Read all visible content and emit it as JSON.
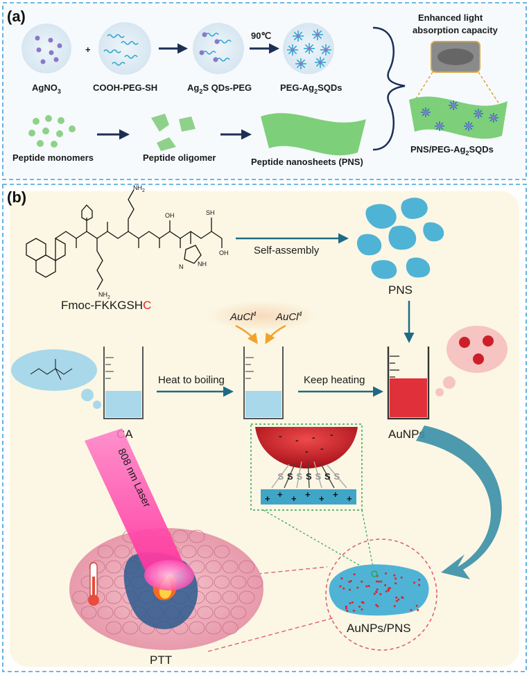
{
  "panel_a": {
    "letter": "(a)",
    "agno3": "AgNO",
    "agno3_sub": "3",
    "plus": "+",
    "peg_sh": "COOH-PEG-SH",
    "ag2s_pre": "Ag",
    "ag2s_sub": "2",
    "ag2s_post": "S QDs-PEG",
    "temp": "90℃",
    "peg_ag_pre": "PEG-Ag",
    "peg_ag_sub": "2",
    "peg_ag_post": "SQDs",
    "enhanced_1": "Enhanced light",
    "enhanced_2": "absorption capacity",
    "pns_peg_pre": "PNS/PEG-Ag",
    "pns_peg_sub": "2",
    "pns_peg_post": "SQDs",
    "peptide_monomers": "Peptide monomers",
    "peptide_oligomer": "Peptide oligomer",
    "peptide_nanosheets": "Peptide nanosheets (PNS)"
  },
  "panel_b": {
    "letter": "(b)",
    "sh": "SH",
    "nh2_top": "NH",
    "nh2_top_sub": "2",
    "nh2_bottom": "NH",
    "nh2_bottom_sub": "2",
    "oh_1": "OH",
    "oh_2": "OH",
    "nh_ring": "NH",
    "n_ring": "N",
    "fmoc_main": "Fmoc-FKKGSH",
    "fmoc_c": "C",
    "self_assembly": "Self-assembly",
    "pns": "PNS",
    "aucl_1": "AuCl",
    "aucl_2": "AuCl",
    "aucl_sup": "4",
    "heat": "Heat to boiling",
    "keep": "Keep heating",
    "ca": "CA",
    "aunps": "AuNPs",
    "laser": "808 nm Laser",
    "aunps_pns": "AuNPs/PNS",
    "ptt": "PTT",
    "s_label": "S",
    "minus": "-",
    "plus": "+"
  },
  "colors": {
    "frame_dash": "#3fa0d8",
    "panel_b_bg": "#fbf7e4",
    "arrow_dark": "#1f6a84",
    "nanosheet_green": "#7ecf7a",
    "pns_blue": "#4fb3d6",
    "beaker_liquid": "#a8d8ea",
    "gold_red": "#d8242e",
    "aucl_orange": "#f2a12a",
    "red_dash": "#e06070"
  }
}
